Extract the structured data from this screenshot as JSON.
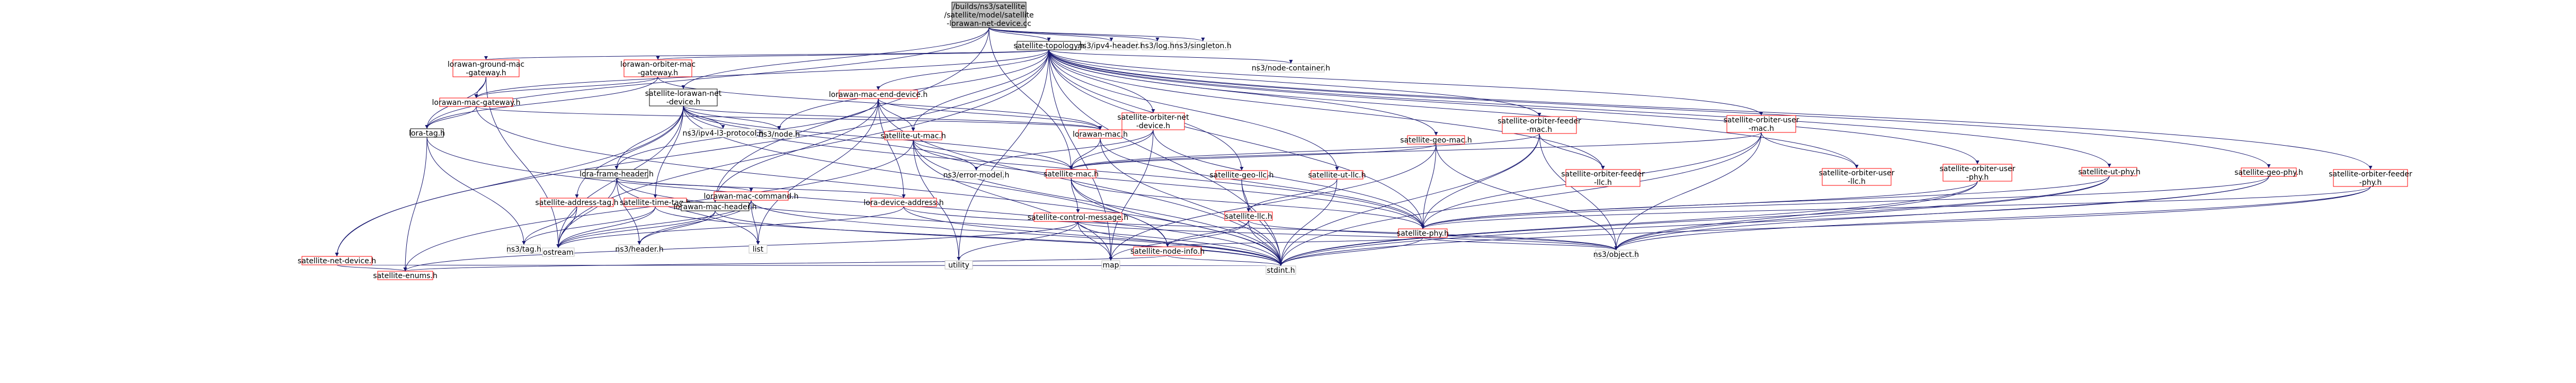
{
  "nodes": [
    {
      "id": "root",
      "lines": [
        "/builds/ns3/satellite",
        "/satellite/model/satellite",
        "-lorawan-net-device.cc"
      ],
      "style": "root"
    },
    {
      "id": "topology",
      "lines": [
        "satellite-topology.h"
      ],
      "style": "normal"
    },
    {
      "id": "ipv4-header",
      "lines": [
        "ns3/ipv4-header.h"
      ],
      "style": "plain"
    },
    {
      "id": "log",
      "lines": [
        "ns3/log.h"
      ],
      "style": "plain"
    },
    {
      "id": "singleton",
      "lines": [
        "ns3/singleton.h"
      ],
      "style": "plain"
    },
    {
      "id": "ground-gw",
      "lines": [
        "lorawan-ground-mac",
        "-gateway.h"
      ],
      "style": "red"
    },
    {
      "id": "orbiter-gw",
      "lines": [
        "lorawan-orbiter-mac",
        "-gateway.h"
      ],
      "style": "red"
    },
    {
      "id": "lorawan-net-device",
      "lines": [
        "satellite-lorawan-net",
        "-device.h"
      ],
      "style": "normal"
    },
    {
      "id": "end-device",
      "lines": [
        "lorawan-mac-end-device.h"
      ],
      "style": "red"
    },
    {
      "id": "orbiter-net-device",
      "lines": [
        "satellite-orbiter-net",
        "-device.h"
      ],
      "style": "red"
    },
    {
      "id": "node-container",
      "lines": [
        "ns3/node-container.h"
      ],
      "style": "plain"
    },
    {
      "id": "orbiter-feeder-mac",
      "lines": [
        "satellite-orbiter-feeder",
        "-mac.h"
      ],
      "style": "red"
    },
    {
      "id": "orbiter-user-mac",
      "lines": [
        "satellite-orbiter-user",
        "-mac.h"
      ],
      "style": "red"
    },
    {
      "id": "ut-phy",
      "lines": [
        "satellite-ut-phy.h"
      ],
      "style": "red"
    },
    {
      "id": "geo-phy",
      "lines": [
        "satellite-geo-phy.h"
      ],
      "style": "red"
    },
    {
      "id": "orbiter-feeder-phy",
      "lines": [
        "satellite-orbiter-feeder",
        "-phy.h"
      ],
      "style": "red"
    },
    {
      "id": "orbiter-user-phy",
      "lines": [
        "satellite-orbiter-user",
        "-phy.h"
      ],
      "style": "red"
    },
    {
      "id": "orbiter-user-llc",
      "lines": [
        "satellite-orbiter-user",
        "-llc.h"
      ],
      "style": "red"
    },
    {
      "id": "orbiter-feeder-llc",
      "lines": [
        "satellite-orbiter-feeder",
        "-llc.h"
      ],
      "style": "red"
    },
    {
      "id": "mac-gateway",
      "lines": [
        "lorawan-mac-gateway.h"
      ],
      "style": "red"
    },
    {
      "id": "lora-tag",
      "lines": [
        "lora-tag.h"
      ],
      "style": "normal"
    },
    {
      "id": "ns3-node",
      "lines": [
        "ns3/node.h"
      ],
      "style": "plain"
    },
    {
      "id": "ipv4-l3",
      "lines": [
        "ns3/ipv4-l3-protocol.h"
      ],
      "style": "plain"
    },
    {
      "id": "ut-mac",
      "lines": [
        "satellite-ut-mac.h"
      ],
      "style": "red"
    },
    {
      "id": "lorawan-mac",
      "lines": [
        "lorawan-mac.h"
      ],
      "style": "red"
    },
    {
      "id": "geo-mac",
      "lines": [
        "satellite-geo-mac.h"
      ],
      "style": "red"
    },
    {
      "id": "geo-llc",
      "lines": [
        "satellite-geo-llc.h"
      ],
      "style": "red"
    },
    {
      "id": "ut-llc",
      "lines": [
        "satellite-ut-llc.h"
      ],
      "style": "red"
    },
    {
      "id": "error-model",
      "lines": [
        "ns3/error-model.h"
      ],
      "style": "plain"
    },
    {
      "id": "lora-frame-header",
      "lines": [
        "lora-frame-header.h"
      ],
      "style": "normal"
    },
    {
      "id": "sat-mac",
      "lines": [
        "satellite-mac.h"
      ],
      "style": "red"
    },
    {
      "id": "sat-phy",
      "lines": [
        "satellite-phy.h"
      ],
      "style": "red"
    },
    {
      "id": "sat-llc",
      "lines": [
        "satellite-llc.h"
      ],
      "style": "red"
    },
    {
      "id": "address-tag",
      "lines": [
        "satellite-address-tag.h"
      ],
      "style": "red"
    },
    {
      "id": "time-tag",
      "lines": [
        "satellite-time-tag.h"
      ],
      "style": "red"
    },
    {
      "id": "mac-header",
      "lines": [
        "lorawan-mac-header.h"
      ],
      "style": "normal"
    },
    {
      "id": "mac-command",
      "lines": [
        "lorawan-mac-command.h"
      ],
      "style": "red"
    },
    {
      "id": "device-address",
      "lines": [
        "lora-device-address.h"
      ],
      "style": "red"
    },
    {
      "id": "control-message",
      "lines": [
        "satellite-control-message.h"
      ],
      "style": "red"
    },
    {
      "id": "node-info",
      "lines": [
        "satellite-node-info.h"
      ],
      "style": "red"
    },
    {
      "id": "net-device",
      "lines": [
        "satellite-net-device.h"
      ],
      "style": "red"
    },
    {
      "id": "enums",
      "lines": [
        "satellite-enums.h"
      ],
      "style": "red"
    },
    {
      "id": "ns3-tag",
      "lines": [
        "ns3/tag.h"
      ],
      "style": "plain"
    },
    {
      "id": "ostream",
      "lines": [
        "ostream"
      ],
      "style": "plain"
    },
    {
      "id": "ns3-header",
      "lines": [
        "ns3/header.h"
      ],
      "style": "plain"
    },
    {
      "id": "list",
      "lines": [
        "list"
      ],
      "style": "plain"
    },
    {
      "id": "utility",
      "lines": [
        "utility"
      ],
      "style": "plain"
    },
    {
      "id": "map",
      "lines": [
        "map"
      ],
      "style": "plain"
    },
    {
      "id": "ns3-object",
      "lines": [
        "ns3/object.h"
      ],
      "style": "plain"
    },
    {
      "id": "stdint",
      "lines": [
        "stdint.h"
      ],
      "style": "plain"
    }
  ],
  "styles": {
    "root": {
      "fill": "#bfbfbf",
      "stroke": "#000000"
    },
    "normal": {
      "fill": "#ffffff",
      "stroke": "#000000"
    },
    "red": {
      "fill": "#ffffff",
      "stroke": "#ff0000"
    },
    "plain": {
      "fill": "#ffffff",
      "stroke": "#bfbfbf"
    },
    "edge_color": "#191970"
  }
}
